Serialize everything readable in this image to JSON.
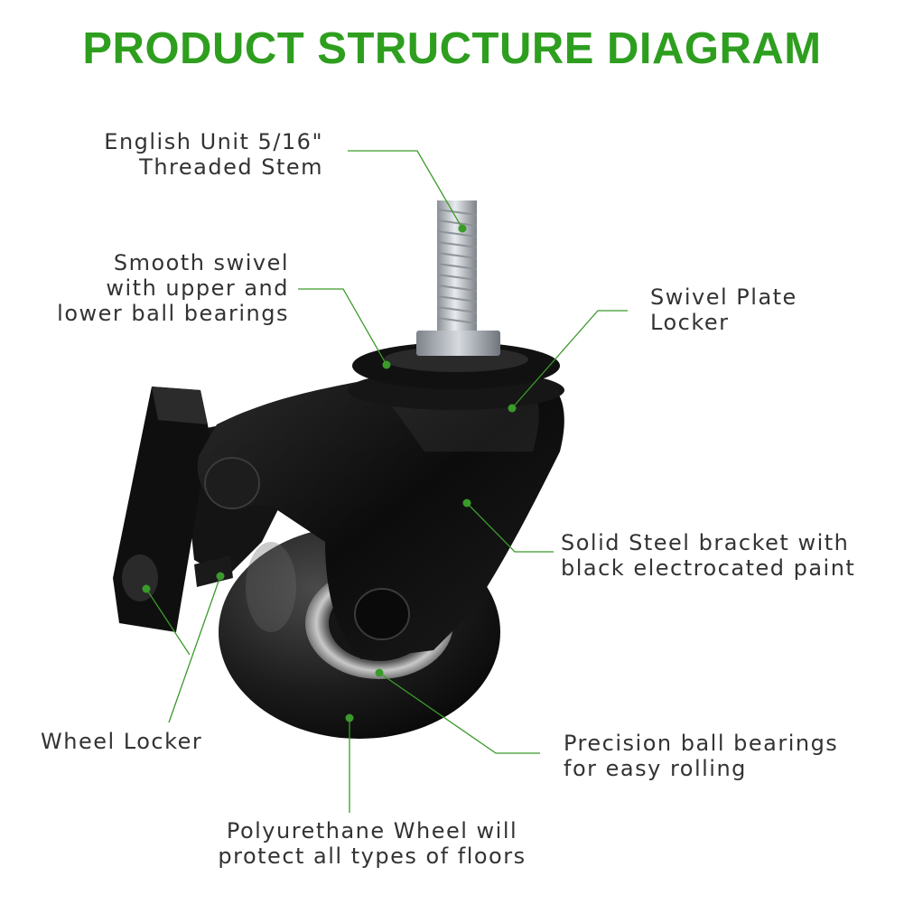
{
  "title": "PRODUCT STRUCTURE DIAGRAM",
  "colors": {
    "accent": "#2e9e1f",
    "leader": "#3a9a2a",
    "text": "#333333"
  },
  "labels": {
    "stem": [
      "English Unit 5/16\"",
      "Threaded Stem"
    ],
    "swivel": [
      "Smooth swivel",
      "with upper and",
      "lower ball bearings"
    ],
    "plate": [
      "Swivel Plate",
      "Locker"
    ],
    "bracket": [
      "Solid Steel bracket with",
      "black electrocated paint"
    ],
    "wheel_locker": [
      "Wheel Locker"
    ],
    "bearings": [
      "Precision ball bearings",
      "for easy rolling"
    ],
    "wheel": [
      "Polyurethane Wheel will",
      "protect all types of floors"
    ]
  }
}
